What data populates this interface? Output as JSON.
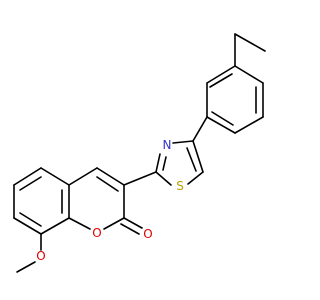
{
  "molecule": {
    "atoms": {
      "N": {
        "text": "N",
        "color": "#3333cc"
      },
      "S": {
        "text": "S",
        "color": "#b8a000"
      },
      "O_ring": {
        "text": "O",
        "color": "#e00000"
      },
      "O_carbonyl": {
        "text": "O",
        "color": "#e00000"
      },
      "O_methoxy": {
        "text": "O",
        "color": "#e00000"
      }
    },
    "colors": {
      "bond": "#000000",
      "nitrogen": "#3333cc",
      "sulfur": "#b8a000",
      "oxygen": "#e00000"
    }
  }
}
